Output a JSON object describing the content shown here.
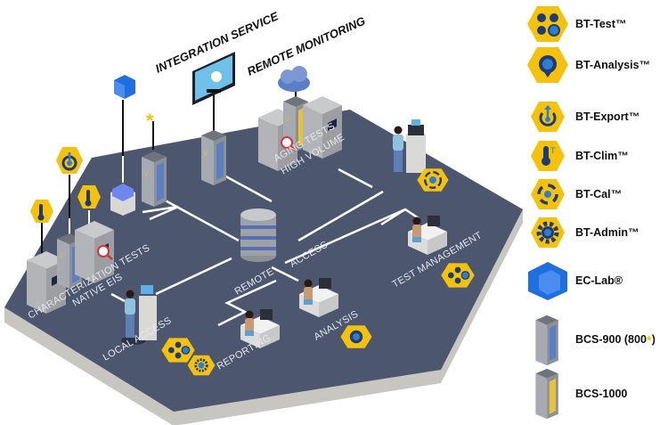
{
  "colors": {
    "floor": "#4d566f",
    "floor_edge": "#c7c6c0",
    "line": "#ffffff",
    "hex_yellow": "#f4c20d",
    "icon_navy": "#1f3b73",
    "icon_blue": "#2e7dd1",
    "eclab_blue": "#1f6fe0",
    "rack_gray": "#9ea1a6"
  },
  "scene": {
    "titles": {
      "integration_service": "INTEGRATION SERVICE",
      "remote_monitoring": "REMOTE MONITORING"
    },
    "floor_labels": {
      "aging_tests": "AGING TESTS",
      "high_volume": "HIGH VOLUME",
      "characterization_tests": "CHARACTERIZATION TESTS",
      "native_eis": "NATIVE EIS",
      "remote": "REMOTE",
      "access": "ACCESS",
      "test_management": "TEST MANAGEMENT",
      "local_access": "LOCAL ACCESS",
      "reporting": "REPORTING",
      "analysis": "ANALYSIS"
    }
  },
  "legend": {
    "items": [
      {
        "icon": "bt-test-icon",
        "label": "BT-Test™"
      },
      {
        "icon": "bt-analysis-icon",
        "label": "BT-Analysis™"
      },
      {
        "icon": "bt-export-icon",
        "label": "BT-Export™"
      },
      {
        "icon": "bt-clim-icon",
        "label": "BT-Clim™"
      },
      {
        "icon": "bt-cal-icon",
        "label": "BT-Cal™"
      },
      {
        "icon": "bt-admin-icon",
        "label": "BT-Admin™"
      },
      {
        "icon": "ec-lab-cube-icon",
        "label": "EC-Lab®"
      },
      {
        "icon": "bcs-900-rack-icon",
        "label": "BCS-900 (800",
        "suffix_star": "*",
        "suffix_close": ")"
      },
      {
        "icon": "bcs-1000-rack-icon",
        "label": "BCS-1000"
      }
    ]
  }
}
